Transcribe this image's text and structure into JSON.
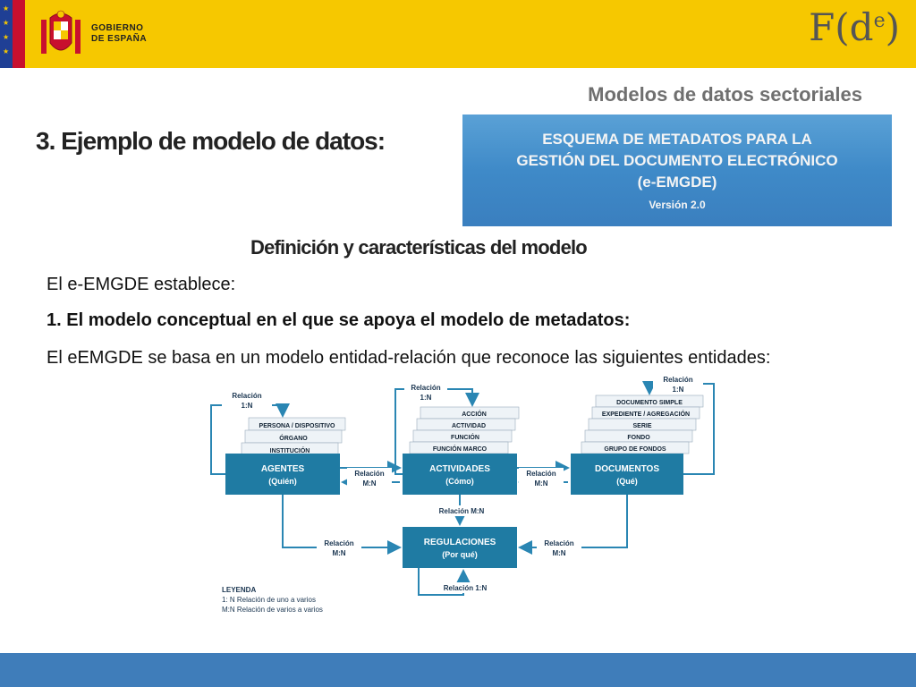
{
  "header": {
    "gov_line1": "GOBIERNO",
    "gov_line2": "DE ESPAÑA",
    "logo_F": "F(d",
    "logo_sup": "e",
    "logo_close": ")"
  },
  "subtitle": "Modelos de datos sectoriales",
  "title": "3. Ejemplo de modelo de datos:",
  "banner": {
    "line1": "ESQUEMA DE METADATOS PARA LA",
    "line2": "GESTIÓN DEL DOCUMENTO ELECTRÓNICO",
    "line3": "(e-EMGDE)",
    "version": "Versión 2.0"
  },
  "section_title": "Definición y características del modelo",
  "paragraphs": {
    "p1": "El e-EMGDE establece:",
    "p2": "1. El modelo conceptual en el que se apoya el modelo de metadatos:",
    "p3": "El eEMGDE se basa en un modelo entidad-relación que reconoce las siguientes entidades:"
  },
  "diagram": {
    "boxes": {
      "agentes": {
        "title": "AGENTES",
        "sub": "(Quién)"
      },
      "actividades": {
        "title": "ACTIVIDADES",
        "sub": "(Cómo)"
      },
      "documentos": {
        "title": "DOCUMENTOS",
        "sub": "(Qué)"
      },
      "regulaciones": {
        "title": "REGULACIONES",
        "sub": "(Por qué)"
      }
    },
    "agentes_stack": [
      "PERSONA / DISPOSITIVO",
      "ÓRGANO",
      "INSTITUCIÓN"
    ],
    "actividades_stack": [
      "ACCIÓN",
      "ACTIVIDAD",
      "FUNCIÓN",
      "FUNCIÓN MARCO"
    ],
    "documentos_stack": [
      "DOCUMENTO SIMPLE",
      "EXPEDIENTE / AGREGACIÓN",
      "SERIE",
      "FONDO",
      "GRUPO DE FONDOS"
    ],
    "rel_label": "Relación",
    "rel_1n": "1:N",
    "rel_mn": "M:N",
    "rel_mn_inline": "Relación M:N",
    "rel_1n_inline": "Relación 1:N",
    "legend": {
      "title": "LEYENDA",
      "item1": "1: N Relación de uno a varios",
      "item2": "M:N Relación de varios a varios"
    }
  },
  "colors": {
    "header_yellow": "#f6c800",
    "box_blue": "#1f7ba3",
    "arrow_blue": "#2a86b3",
    "banner_blue": "#4a93cf",
    "footer_blue": "#3f7dba"
  }
}
